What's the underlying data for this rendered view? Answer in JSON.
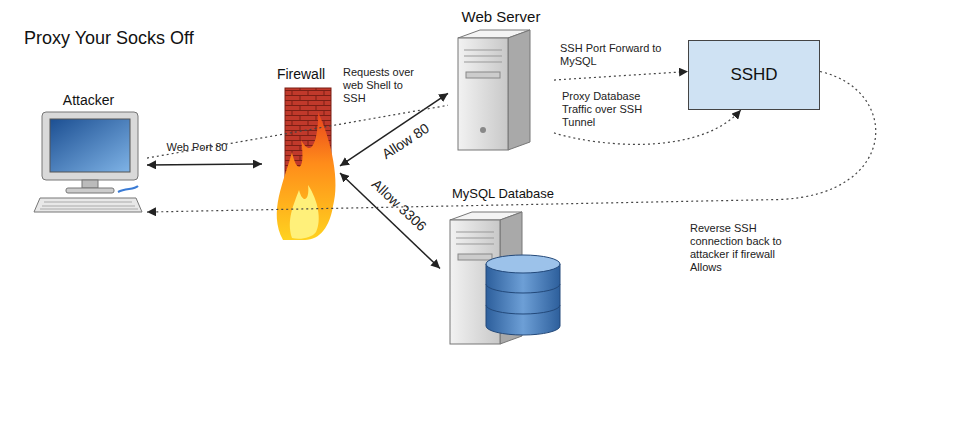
{
  "diagram": {
    "title": "Proxy Your Socks Off",
    "nodes": [
      {
        "text": [
          "Attacker"
        ]
      },
      {
        "text": [
          "Firewall"
        ]
      },
      {
        "text": [
          "Web Server"
        ]
      },
      {
        "text": [
          "MySQL Database"
        ]
      },
      {
        "text": [
          "SSHD"
        ]
      }
    ],
    "edges": [
      {
        "from": 0,
        "to": 1,
        "arrow": "both",
        "label": "Web Port 80"
      },
      {
        "from": 1,
        "to": 2,
        "arrow": "both",
        "label": "Allow 80"
      },
      {
        "from": 1,
        "to": 3,
        "arrow": "both",
        "label": "Allow 3306"
      },
      {
        "from": 0,
        "to": 2,
        "arrow": "none",
        "label": "Requests over web Shell to SSH"
      },
      {
        "from": 2,
        "to": 4,
        "arrow": "to",
        "label": "SSH Port Forward to MySQL"
      },
      {
        "from": 2,
        "to": 4,
        "arrow": "to",
        "label": "Proxy Database Traffic over SSH Tunnel"
      },
      {
        "from": 4,
        "to": 0,
        "arrow": "to",
        "label": "Reverse SSH connection back to attacker if firewall Allows"
      }
    ]
  }
}
